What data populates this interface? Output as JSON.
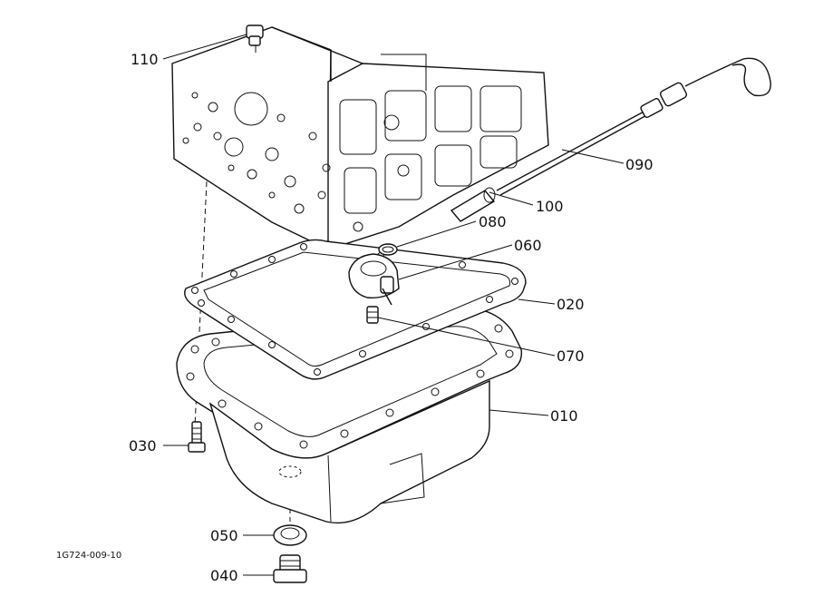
{
  "drawing_code": "1G724-009-10",
  "parts": {
    "p110": "110",
    "p090": "090",
    "p100": "100",
    "p080": "080",
    "p060": "060",
    "p020": "020",
    "p070": "070",
    "p010": "010",
    "p030": "030",
    "p050": "050",
    "p040": "040"
  }
}
